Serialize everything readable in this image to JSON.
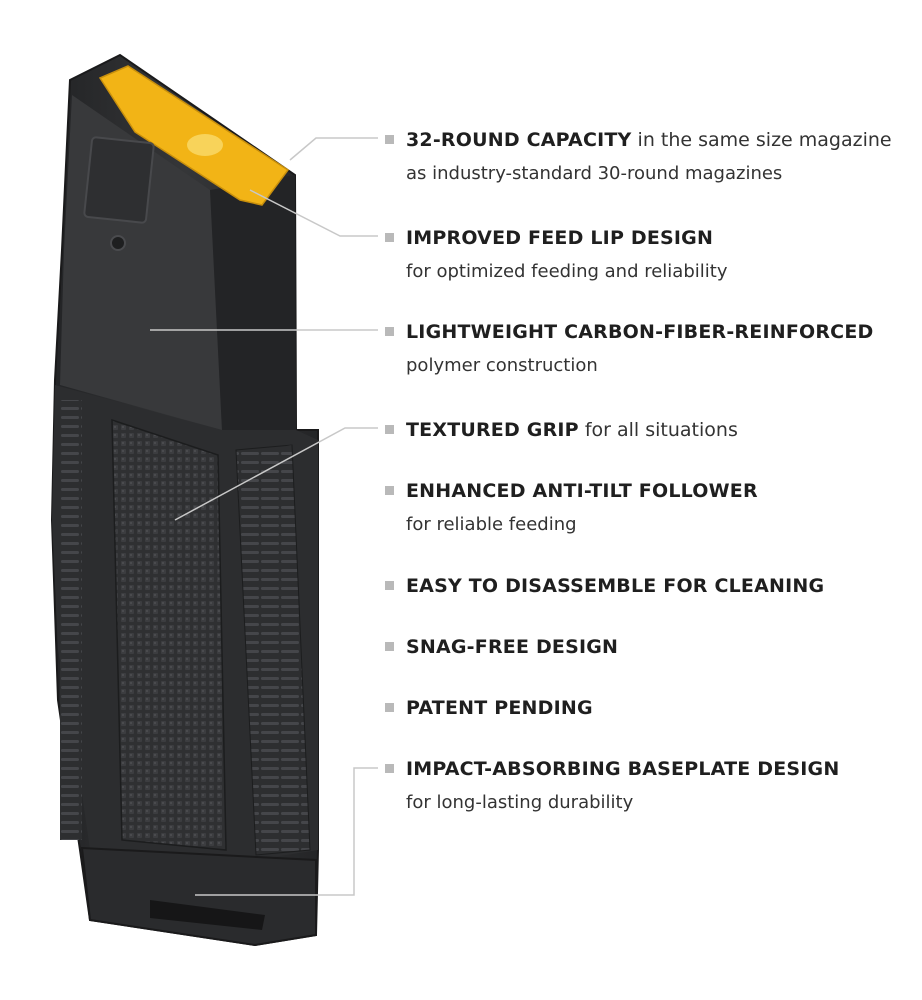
{
  "features": [
    {
      "heading": "32-ROUND CAPACITY",
      "rest": " in the same size magazine",
      "detail": "as industry-standard 30-round magazines"
    },
    {
      "heading": "IMPROVED FEED LIP DESIGN",
      "rest": "",
      "detail": "for optimized feeding and reliability"
    },
    {
      "heading": "LIGHTWEIGHT CARBON-FIBER-REINFORCED",
      "rest": "",
      "detail": "polymer construction"
    },
    {
      "heading": "TEXTURED GRIP",
      "rest": " for all situations",
      "detail": ""
    },
    {
      "heading": "ENHANCED ANTI-TILT FOLLOWER",
      "rest": "",
      "detail": "for reliable feeding"
    },
    {
      "heading": "EASY TO DISASSEMBLE FOR CLEANING",
      "rest": "",
      "detail": ""
    },
    {
      "heading": "SNAG-FREE DESIGN",
      "rest": "",
      "detail": ""
    },
    {
      "heading": "PATENT PENDING",
      "rest": "",
      "detail": ""
    },
    {
      "heading": "IMPACT-ABSORBING BASEPLATE DESIGN",
      "rest": "",
      "detail": "for long-lasting durability"
    }
  ],
  "magazine": {
    "body_color": "#2b2c2e",
    "follower_color": "#f2b416",
    "callout_color": "#c8c8c8",
    "bullet_color": "#b9b9b9"
  }
}
